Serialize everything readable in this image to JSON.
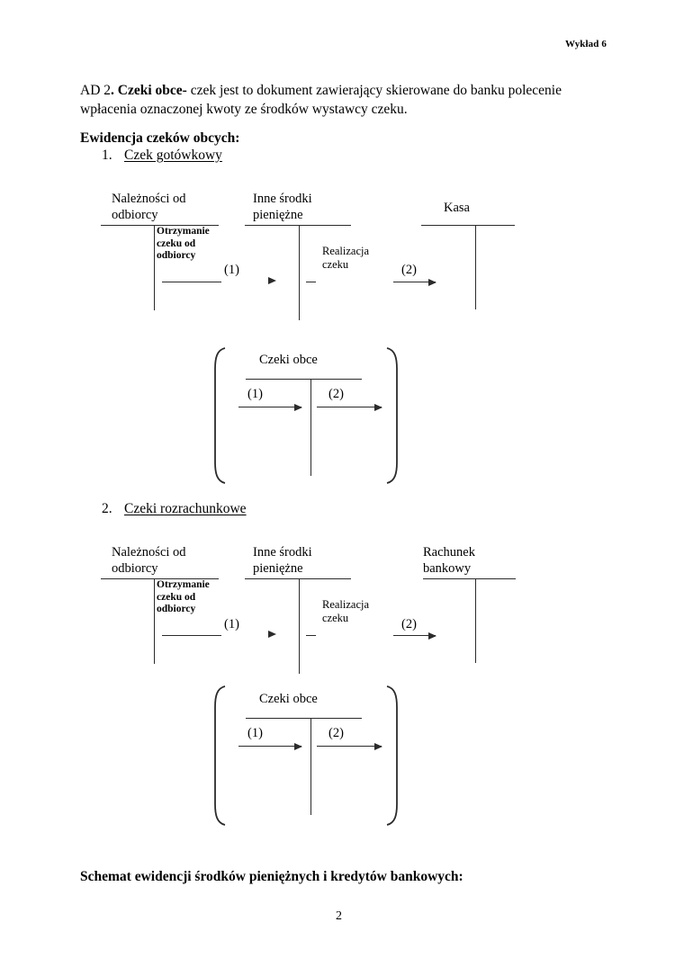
{
  "document": {
    "header_note": "Wykład 6",
    "page_number": "2",
    "paragraph": {
      "lead": "AD 2",
      "bold": ". Czeki obce-",
      "rest": " czek jest to dokument zawierający skierowane do banku polecenie wpłacenia oznaczonej kwoty ze środków wystawcy czeku."
    },
    "section_heading": "Ewidencja czeków obcych:",
    "bottom_heading": "Schemat ewidencji środków pieniężnych i kredytów bankowych:",
    "list": [
      {
        "number": "1.",
        "label": "Czek gotówkowy"
      },
      {
        "number": "2.",
        "label": "Czeki rozrachunkowe "
      }
    ]
  },
  "diagram1": {
    "accounts": [
      {
        "title": "Należności od\nodbiorcy"
      },
      {
        "title": "Inne środki\npieniężne"
      },
      {
        "title": "Kasa"
      }
    ],
    "notes": {
      "receipt": "Otrzymanie\nczeku od\nodbiorcy",
      "realization": "Realizacja\nczeku"
    },
    "flow_labels": {
      "one": "(1)",
      "two": "(2)"
    },
    "bracket_account": {
      "title": "Czeki obce",
      "left_label": "(1)",
      "right_label": "(2)"
    }
  },
  "diagram2": {
    "accounts": [
      {
        "title": "Należności od\nodbiorcy"
      },
      {
        "title": "Inne środki\npieniężne"
      },
      {
        "title": "Rachunek\nbankowy"
      }
    ],
    "notes": {
      "receipt": "Otrzymanie\nczeku od\nodbiorcy",
      "realization": "Realizacja\nczeku"
    },
    "flow_labels": {
      "one": "(1)",
      "two": "(2)"
    },
    "bracket_account": {
      "title": "Czeki obce",
      "left_label": "(1)",
      "right_label": "(2)"
    }
  },
  "colors": {
    "ink": "#000000",
    "rule": "#2b2b2b",
    "page": "#ffffff"
  }
}
